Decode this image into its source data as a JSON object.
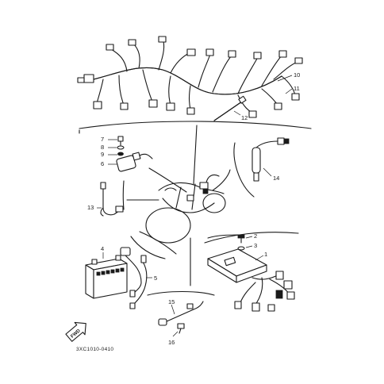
{
  "diagram": {
    "callouts": {
      "c1": "1",
      "c2": "2",
      "c3": "3",
      "c4": "4",
      "c5": "5",
      "c6": "6",
      "c7": "7",
      "c8": "8",
      "c9": "9",
      "c10": "10",
      "c11": "11",
      "c12": "12",
      "c13": "13",
      "c14": "14",
      "c15": "15",
      "c16": "16"
    },
    "fwd_label": "FWD",
    "drawing_code": "3XC1010-0410"
  }
}
